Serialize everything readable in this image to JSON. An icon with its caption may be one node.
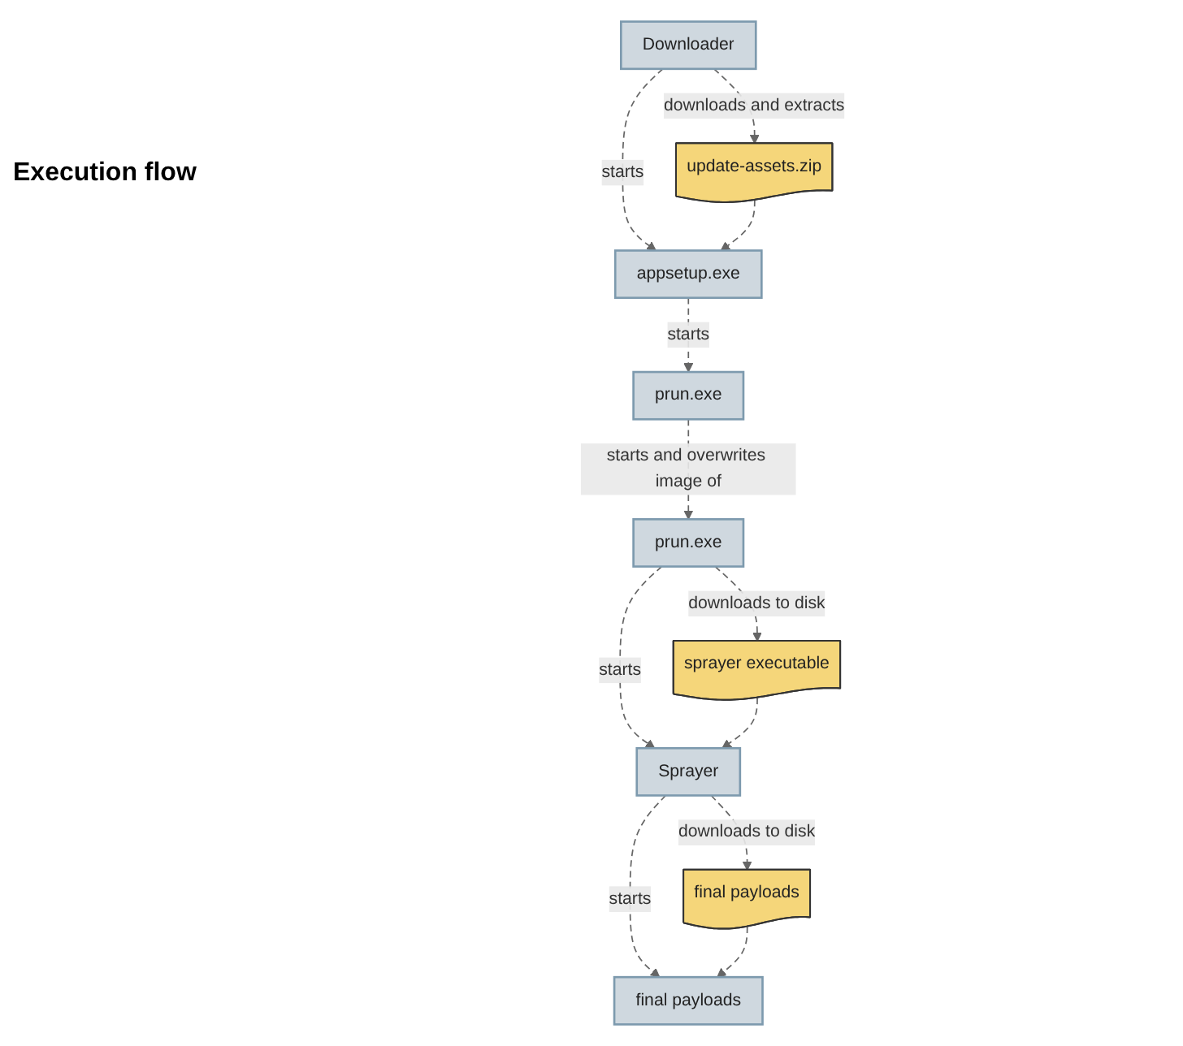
{
  "diagram": {
    "title": "Execution flow",
    "nodes": [
      {
        "text": [
          "Downloader"
        ]
      },
      {
        "text": [
          "update-assets.zip"
        ]
      },
      {
        "text": [
          "appsetup.exe"
        ]
      },
      {
        "text": [
          "prun.exe"
        ]
      },
      {
        "text": [
          "prun.exe"
        ]
      },
      {
        "text": [
          "sprayer executable"
        ]
      },
      {
        "text": [
          "Sprayer"
        ]
      },
      {
        "text": [
          "final payloads"
        ]
      },
      {
        "text": [
          "final payloads"
        ]
      }
    ],
    "edges": [
      {
        "from": 0,
        "to": 1,
        "label": "downloads and extracts",
        "arrow": "to",
        "style": "dashed"
      },
      {
        "from": 0,
        "to": 2,
        "label": "starts",
        "arrow": "to",
        "style": "dashed"
      },
      {
        "from": 1,
        "to": 2,
        "arrow": "to",
        "style": "dashed"
      },
      {
        "from": 2,
        "to": 3,
        "label": "starts",
        "arrow": "to",
        "style": "dashed"
      },
      {
        "from": 3,
        "to": 4,
        "label": "starts and overwrites image of",
        "arrow": "to",
        "style": "dashed"
      },
      {
        "from": 4,
        "to": 5,
        "label": "downloads to disk",
        "arrow": "to",
        "style": "dashed"
      },
      {
        "from": 4,
        "to": 6,
        "label": "starts",
        "arrow": "to",
        "style": "dashed"
      },
      {
        "from": 5,
        "to": 6,
        "arrow": "to",
        "style": "dashed"
      },
      {
        "from": 6,
        "to": 7,
        "label": "downloads to disk",
        "arrow": "to",
        "style": "dashed"
      },
      {
        "from": 6,
        "to": 8,
        "label": "starts",
        "arrow": "to",
        "style": "dashed"
      },
      {
        "from": 7,
        "to": 8,
        "arrow": "to",
        "style": "dashed"
      }
    ]
  }
}
